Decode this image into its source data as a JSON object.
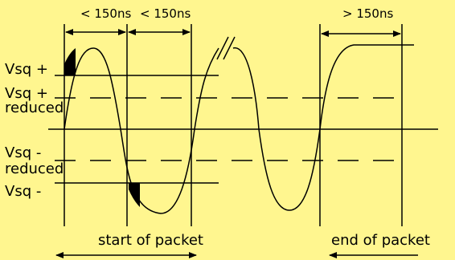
{
  "background_color": "#fff68f",
  "line_color": "#000000",
  "timing": {
    "t1": "< 150ns",
    "t2": "< 150ns",
    "t3": "> 150ns"
  },
  "levels": {
    "vsq_plus": "Vsq +",
    "vsq_plus_reduced_1": "Vsq +",
    "vsq_plus_reduced_2": "reduced",
    "vsq_minus_reduced_1": "Vsq -",
    "vsq_minus_reduced_2": "reduced",
    "vsq_minus": "Vsq -"
  },
  "bottom": {
    "start": "start of packet",
    "end": "end of packet"
  }
}
